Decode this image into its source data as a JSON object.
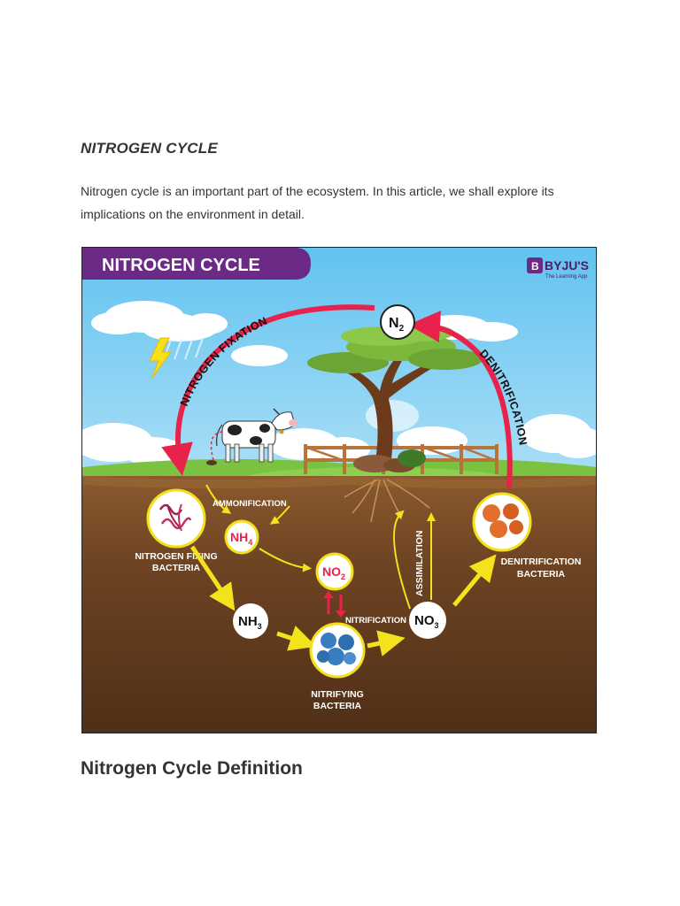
{
  "article": {
    "heading": "NITROGEN CYCLE",
    "intro": "Nitrogen cycle is an important part of the ecosystem. In this article, we shall explore its implications on the environment in detail.",
    "subheading": "Nitrogen Cycle Definition"
  },
  "diagram": {
    "banner_title": "NITROGEN CYCLE",
    "brand": "BYJU'S",
    "brand_tagline": "The Learning App",
    "nitrogen_gas": "N",
    "nitrogen_gas_sub": "2",
    "nitrogen_fixation": "NITROGEN FIXATION",
    "denitrification": "DENITRIFICATION",
    "ammonification": "AMMONIFICATION",
    "nh4": "NH",
    "nh4_sub": "4",
    "no2": "NO",
    "no2_sub": "2",
    "nh3": "NH",
    "nh3_sub": "3",
    "no3": "NO",
    "no3_sub": "3",
    "nitrification": "NITRIFICATION",
    "assimilation": "ASSIMILATION",
    "fixing_bacteria_line1": "NITROGEN FIXING",
    "fixing_bacteria_line2": "BACTERIA",
    "nitrifying_line1": "NITRIFYING",
    "nitrifying_line2": "BACTERIA",
    "denit_bacteria_line1": "DENITRIFICATION",
    "denit_bacteria_line2": "BACTERIA",
    "colors": {
      "banner": "#6a2a86",
      "sky": "#7fcdf2",
      "grass": "#7cc242",
      "soil": "#6b4425",
      "arrow_red": "#e8224a",
      "arrow_yellow": "#f4e21c",
      "node_border_yellow": "#f2e11a"
    }
  }
}
